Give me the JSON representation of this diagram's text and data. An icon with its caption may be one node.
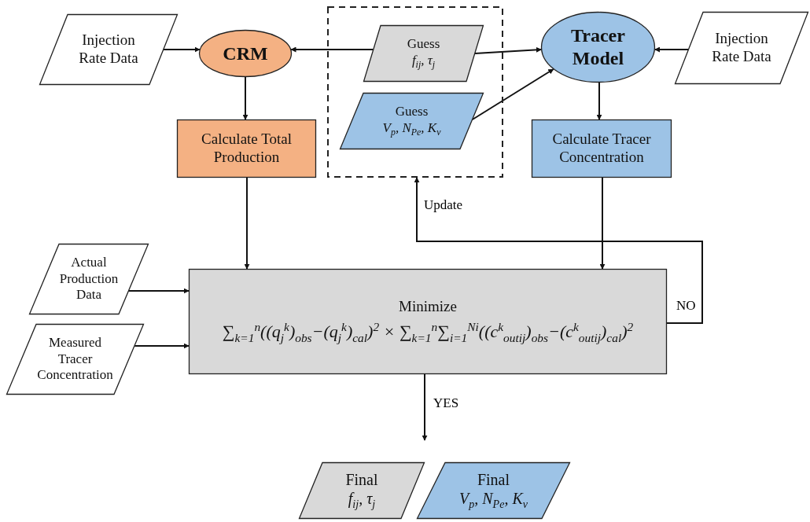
{
  "diagram": {
    "nodes": [
      {
        "text": [
          "Injection Rate Data"
        ]
      },
      {
        "text": [
          "CRM"
        ]
      },
      {
        "text": [],
        "shape": "box"
      },
      {
        "text": [
          "Guess",
          "f$_{ij}$, τ$_{j}$"
        ],
        "in": 2
      },
      {
        "text": [
          "Guess",
          "V$_{p}$, N$_{Pe}$, K$_{v}$"
        ],
        "in": 2
      },
      {
        "text": [
          "Tracer Model"
        ]
      },
      {
        "text": [
          "Injection Rate Data"
        ]
      },
      {
        "text": [
          "Calculate Total Production"
        ]
      },
      {
        "text": [
          "Calculate Tracer Concentration"
        ]
      },
      {
        "text": [
          "Actual Production Data"
        ]
      },
      {
        "text": [
          "Measured Tracer Concentration"
        ]
      },
      {
        "text": [
          "Minimize",
          "∑$_{k=1}$$^{n}$((q$_{j}$$^{k}$)$_{obs}$−(q$_{j}$$^{k}$)$_{cal}$)$^{2}$ × ∑$_{k=1}$$^{n}$∑$_{i=1}$$^{Ni}$((c$^{k}$$_{outij}$)$_{obs}$−(c$^{k}$$_{outij}$)$_{cal}$)$^{2}$"
        ]
      },
      {
        "text": [
          "Final",
          "f$_{ij}$, τ$_{j}$"
        ]
      },
      {
        "text": [
          "Final",
          "V$_{p}$, N$_{Pe}$, K$_{v}$"
        ]
      }
    ],
    "edges": [
      {
        "from": 0,
        "to": 1,
        "arrow": "to"
      },
      {
        "from": 3,
        "to": 1,
        "arrow": "to"
      },
      {
        "from": 3,
        "to": 5,
        "arrow": "to"
      },
      {
        "from": 4,
        "to": 5,
        "arrow": "to"
      },
      {
        "from": 6,
        "to": 5,
        "arrow": "to"
      },
      {
        "from": 1,
        "to": 7,
        "arrow": "to"
      },
      {
        "from": 5,
        "to": 8,
        "arrow": "to"
      },
      {
        "from": 7,
        "to": 11,
        "arrow": "to"
      },
      {
        "from": 8,
        "to": 11,
        "arrow": "to"
      },
      {
        "from": 11,
        "to": 2,
        "arrow": "to",
        "label": "NO"
      },
      {
        "from": 9,
        "to": 11,
        "arrow": "to"
      },
      {
        "from": 10,
        "to": 11,
        "arrow": "to"
      },
      {
        "from": 11,
        "to": null,
        "arrow": "to",
        "label": "YES"
      }
    ],
    "labels": [
      "Update"
    ]
  }
}
